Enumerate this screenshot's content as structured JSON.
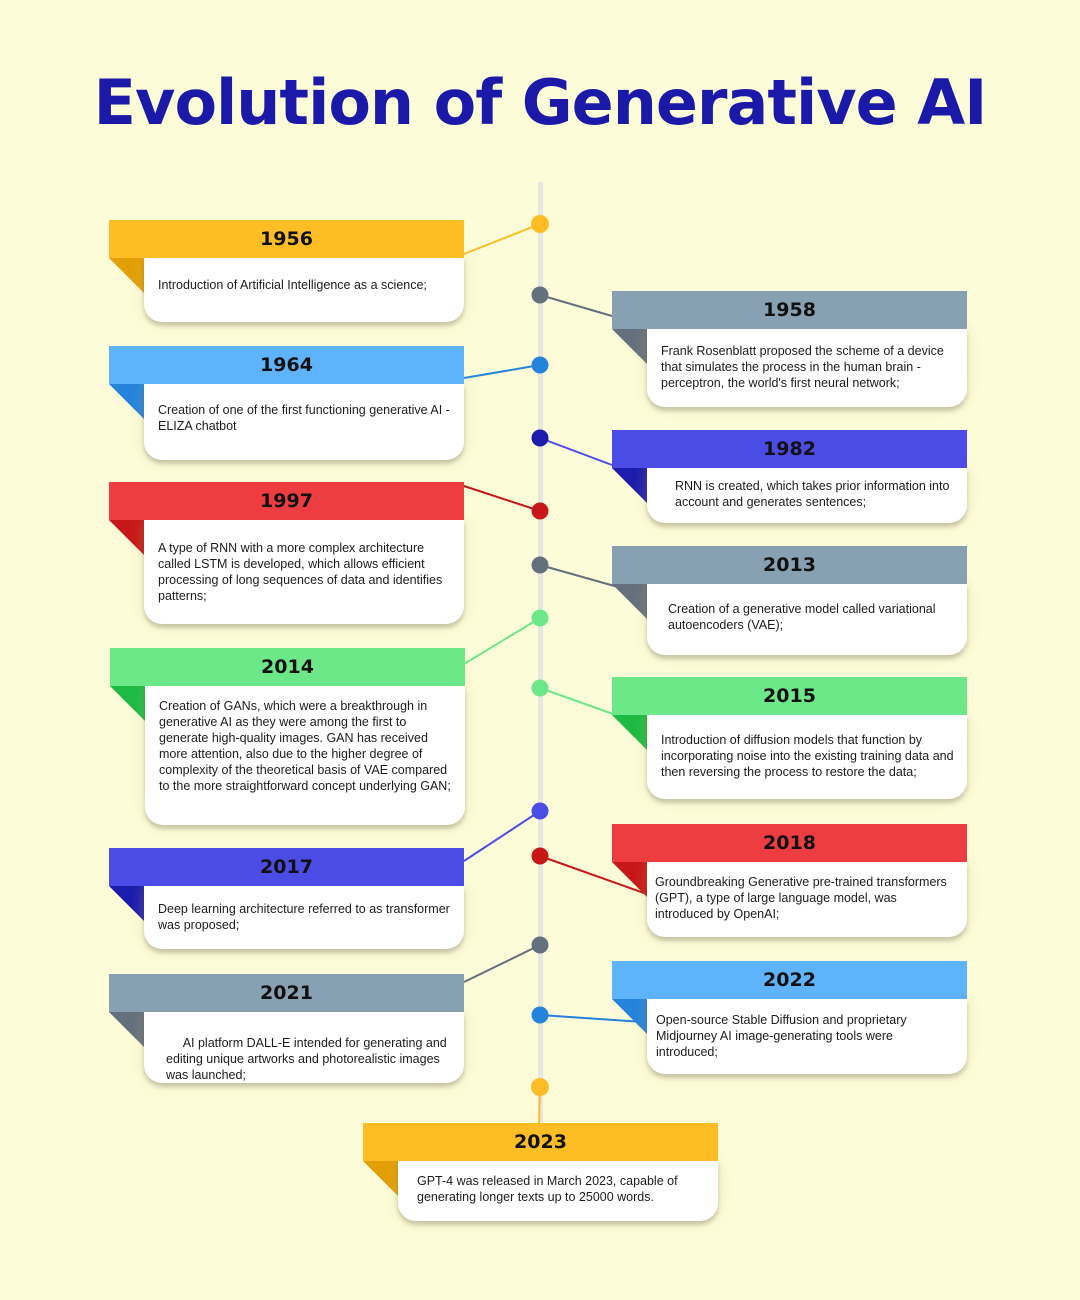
{
  "title": "Evolution of Generative AI",
  "colors": {
    "background": "#fdfcd8",
    "title": "#1b1aa8",
    "axis": "#e7e6e3"
  },
  "events": [
    {
      "year": "1956",
      "side": "left",
      "band_color": "#fdbd25",
      "fold_color": "#e39f07",
      "dot_color": "#fdbd25",
      "text": "Introduction of Artificial Intelligence as a science;"
    },
    {
      "year": "1958",
      "side": "right",
      "band_color": "#87a0b2",
      "fold_color": "#64707d",
      "dot_color": "#64707d",
      "text": "Frank Rosenblatt proposed the scheme of a device that simulates the process in the human brain - perceptron, the world's first neural network;"
    },
    {
      "year": "1964",
      "side": "left",
      "band_color": "#5fb3fa",
      "fold_color": "#2483db",
      "dot_color": "#2483db",
      "text": "Creation of one of the first functioning generative AI - ELIZA chatbot"
    },
    {
      "year": "1982",
      "side": "right",
      "band_color": "#4b4be6",
      "fold_color": "#1c1cad",
      "dot_color": "#1c1cad",
      "text": "RNN is created, which takes prior information into account and generates sentences;"
    },
    {
      "year": "1997",
      "side": "left",
      "band_color": "#ee3d40",
      "fold_color": "#c81718",
      "dot_color": "#c81718",
      "text": "A type of RNN with a more complex architecture called LSTM is developed, which allows efficient processing of long sequences of data and identifies patterns;"
    },
    {
      "year": "2013",
      "side": "right",
      "band_color": "#87a0b2",
      "fold_color": "#64707d",
      "dot_color": "#64707d",
      "text": "Creation of a generative model called variational autoencoders (VAE);"
    },
    {
      "year": "2014",
      "side": "left",
      "band_color": "#6de889",
      "fold_color": "#1dbb43",
      "dot_color": "#6de889",
      "text": "Creation of GANs, which were a breakthrough in generative AI as they were among the first to generate high-quality images. GAN has received more attention, also due to the higher degree of complexity of the theoretical basis of VAE compared to the more straightforward concept underlying GAN;"
    },
    {
      "year": "2015",
      "side": "right",
      "band_color": "#6de889",
      "fold_color": "#1dbb43",
      "dot_color": "#6de889",
      "text": "Introduction of diffusion models that function by incorporating noise into the existing training data and then reversing the process to restore the data;"
    },
    {
      "year": "2017",
      "side": "left",
      "band_color": "#4b4be6",
      "fold_color": "#1c1cad",
      "dot_color": "#4b4be6",
      "text": "Deep learning architecture referred to as transformer was proposed;"
    },
    {
      "year": "2018",
      "side": "right",
      "band_color": "#ee3d40",
      "fold_color": "#c81718",
      "dot_color": "#c81718",
      "text": "Groundbreaking Generative pre-trained transformers (GPT), a type of large language model, was introduced by OpenAI;"
    },
    {
      "year": "2021",
      "side": "left",
      "band_color": "#87a0b2",
      "fold_color": "#64707d",
      "dot_color": "#64707d",
      "text": " AI platform DALL-E intended for generating and editing unique artworks and photorealistic images was launched;"
    },
    {
      "year": "2022",
      "side": "right",
      "band_color": "#5fb3fa",
      "fold_color": "#2483db",
      "dot_color": "#2483db",
      "text": "Open-source Stable Diffusion and proprietary Midjourney AI image-generating tools were introduced;"
    },
    {
      "year": "2023",
      "side": "center",
      "band_color": "#fdbd25",
      "fold_color": "#e39f07",
      "dot_color": "#fdbd25",
      "text": "GPT-4 was released in March 2023, capable of generating longer texts up to 25000 words."
    }
  ]
}
